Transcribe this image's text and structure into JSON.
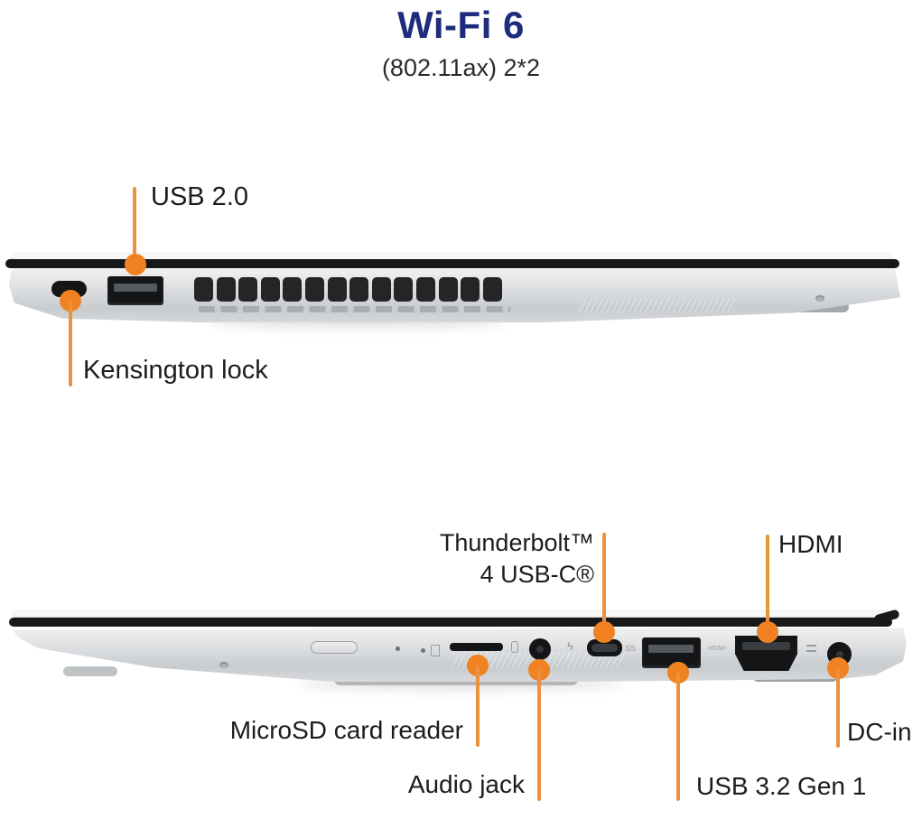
{
  "header": {
    "title": "Wi-Fi 6",
    "subtitle": "(802.11ax) 2*2"
  },
  "colors": {
    "background": "#FFFFFF",
    "title_navy": "#1F2C7B",
    "label_text": "#1C1C1E",
    "callout_dot": "#F08222",
    "callout_line": "#EC9140",
    "lid_black": "#17181A",
    "port_black": "#141517",
    "laptop_silver": "#D9DCDE"
  },
  "icons": {
    "thunderbolt_glyph": "ϟ"
  },
  "top_view": {
    "callouts": {
      "usb2": {
        "label": "USB 2.0"
      },
      "kensington": {
        "label": "Kensington lock"
      }
    }
  },
  "bottom_view": {
    "callouts": {
      "thunderbolt": {
        "line1": "Thunderbolt™",
        "line2": "4 USB-C®"
      },
      "hdmi": {
        "label": "HDMI"
      },
      "microsd": {
        "label": "MicroSD card reader"
      },
      "audio": {
        "label": "Audio jack"
      },
      "usb32": {
        "label": "USB 3.2 Gen 1"
      },
      "dcin": {
        "label": "DC-in"
      }
    },
    "port_markings": {
      "ss_usb": "SS",
      "hdmi_print": "HDMI"
    }
  }
}
